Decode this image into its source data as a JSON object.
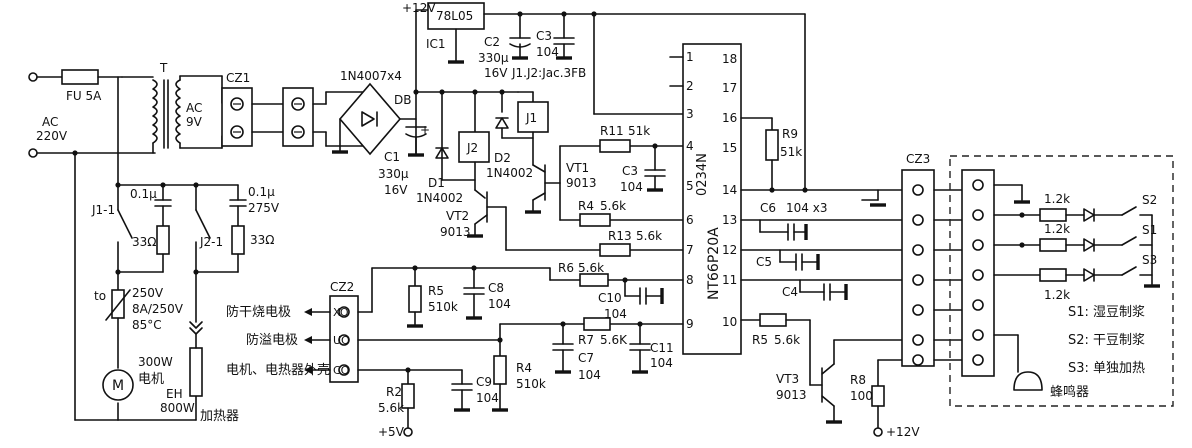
{
  "labels": {
    "ac": "AC",
    "ac220": "220V",
    "fuse": "FU 5A",
    "t": "T",
    "ac9": "AC",
    "v9": "9V",
    "cz1": "CZ1",
    "bridge": "1N4007x4",
    "db": "DB",
    "vplus12": "+12V",
    "reg": "78L05",
    "ic1": "IC1",
    "c2": "C2",
    "c2v": "330μ",
    "c2v2": "16V",
    "c3": "C3",
    "c3v": "104",
    "jac": "J1.J2:Jac.3FB",
    "c1": "C1",
    "c1v": "330μ",
    "c1v2": "16V",
    "plus": "+",
    "j2": "J2",
    "j1": "J1",
    "d1": "D1",
    "d1v": "1N4002",
    "d2": "D2",
    "d2v": "1N4002",
    "vt1": "VT1",
    "vt1v": "9013",
    "vt2": "VT2",
    "vt2v": "9013",
    "r11": "R11",
    "r11v": "51k",
    "c3b": "C3",
    "c3bv": "104",
    "r4a": "R4",
    "r4av": "5.6k",
    "r13": "R13",
    "r13v": "5.6k",
    "ic_name": "NT66P20A",
    "ic_code": "0234N",
    "r9": "R9",
    "r9v": "51k",
    "c6": "C6",
    "c6v": "104 x3",
    "c5": "C5",
    "c4": "C4",
    "cz3": "CZ3",
    "j11": "J1-1",
    "j21": "J2-1",
    "cap01a": "0.1μ",
    "cap01b": "0.1μ",
    "cap275": "275V",
    "r33a": "33Ω",
    "r33b": "33Ω",
    "to": "to",
    "th1": "250V",
    "th2": "8A/250V",
    "th3": "85°C",
    "motor1": "300W",
    "motor2": "电机",
    "motor_m": "M",
    "eh": "EH",
    "eh2": "800W",
    "heater": "加热器",
    "cz2": "CZ2",
    "xo": "XO",
    "uo": "UO",
    "co": "CO",
    "e1": "防干烧电极",
    "e2": "防溢电极",
    "e3": "电机、电热器外壳",
    "r5": "R5",
    "r5v": "510k",
    "c8": "C8",
    "c8v": "104",
    "r6": "R6",
    "r6v": "5.6k",
    "c10": "C10",
    "c10v": "104",
    "r7": "R7",
    "r7v": "5.6K",
    "c11": "C11",
    "c11v": "104",
    "c7": "C7",
    "c7v": "104",
    "r4b": "R4",
    "r4bv": "510k",
    "r2": "R2",
    "r2v": "5.6k",
    "p5v": "+5V",
    "c9": "C9",
    "c9v": "104",
    "r5b": "R5",
    "r5bv": "5.6k",
    "vt3": "VT3",
    "vt3v": "9013",
    "r8": "R8",
    "r8v": "100",
    "p12v": "+12V",
    "r1k1": "1.2k",
    "r1k2": "1.2k",
    "r1k3": "1.2k",
    "s1": "S1",
    "s2": "S2",
    "s3": "S3",
    "s1d": "S1:  湿豆制浆",
    "s2d": "S2:  干豆制浆",
    "s3d": "S3:  单独加热",
    "buzzer": "蜂鸣器",
    "pins_left": [
      "1",
      "2",
      "3",
      "4",
      "5",
      "6",
      "7",
      "8",
      "9"
    ],
    "pins_right": [
      "18",
      "17",
      "16",
      "15",
      "14",
      "13",
      "12",
      "11",
      "10"
    ]
  }
}
